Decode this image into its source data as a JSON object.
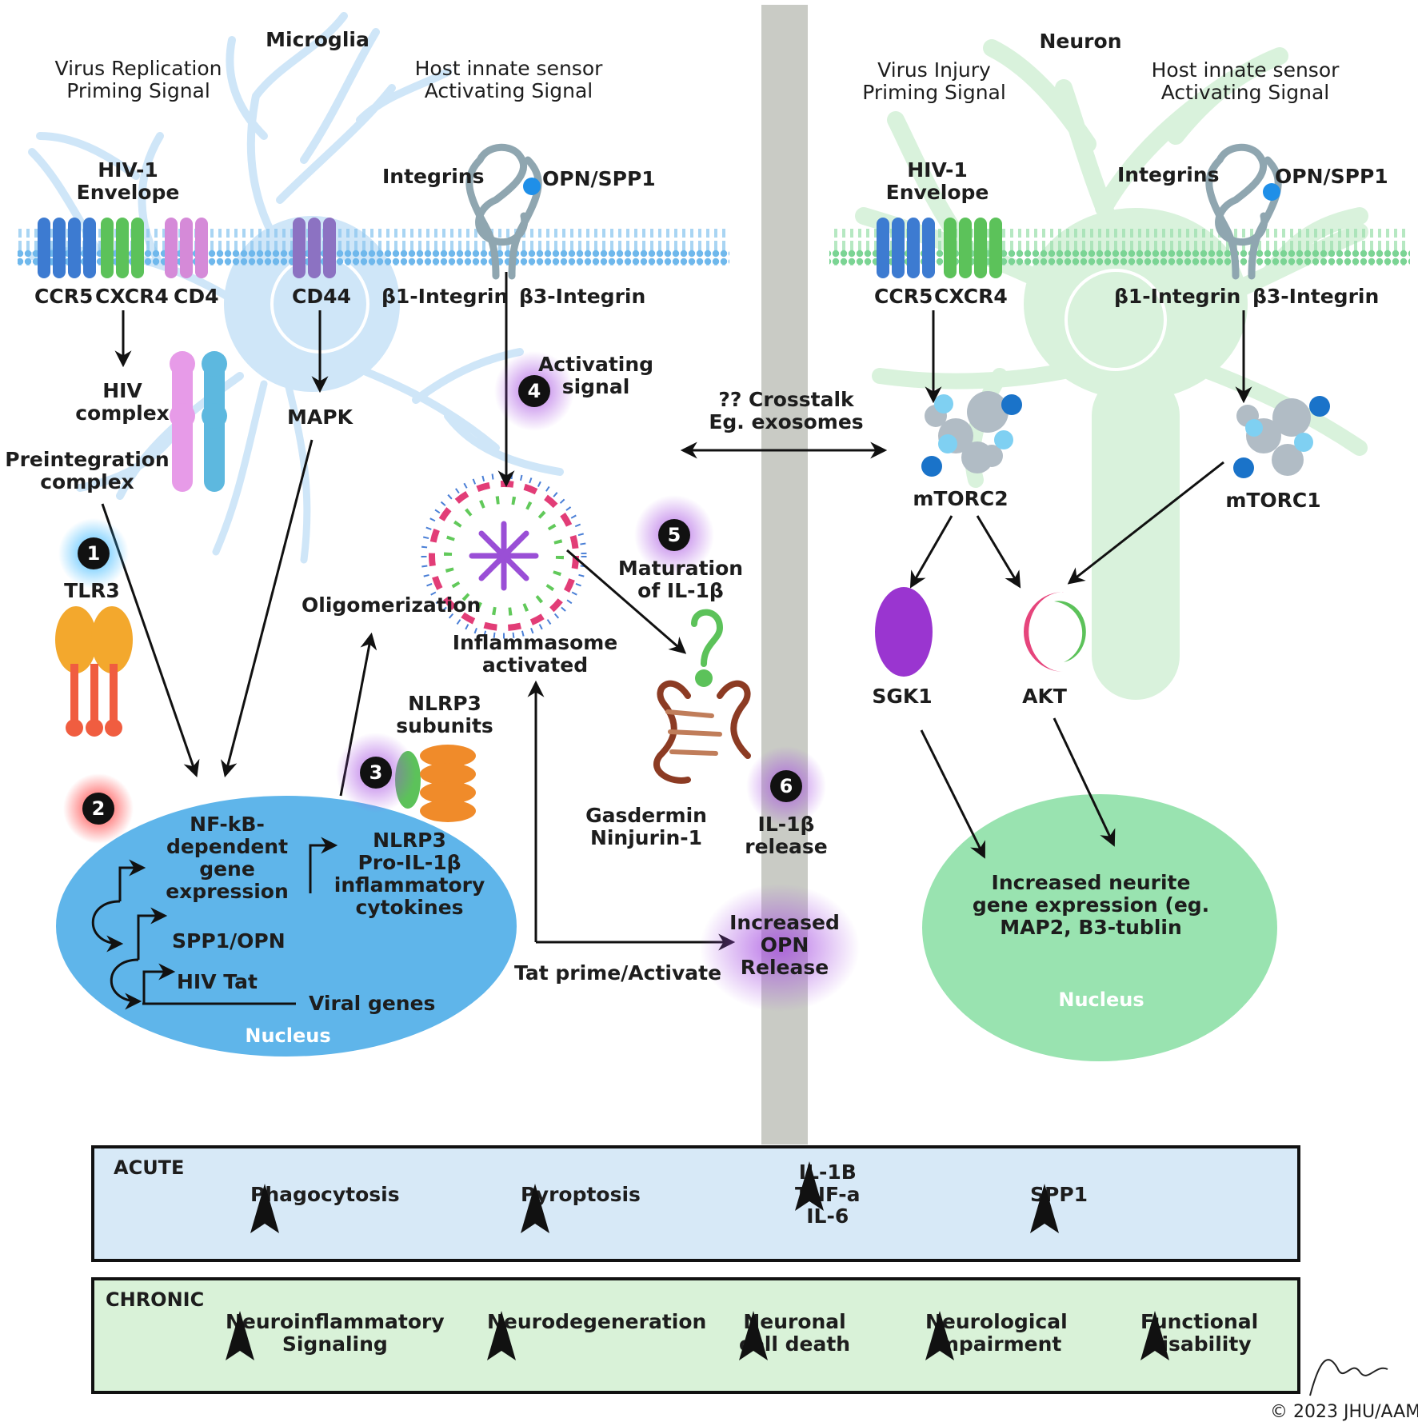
{
  "headers": {
    "microglia": "Microglia",
    "neuron": "Neuron"
  },
  "microglia": {
    "priming_signal": [
      "Virus Replication",
      "Priming Signal"
    ],
    "activating_signal": [
      "Host innate sensor",
      "Activating Signal"
    ],
    "envelope": [
      "HIV-1",
      "Envelope"
    ],
    "integrins": "Integrins",
    "opn": "OPN/SPP1",
    "receptors": {
      "ccr5": "CCR5",
      "cxcr4": "CXCR4",
      "cd4": "CD4",
      "cd44": "CD44"
    },
    "b1": "β1-Integrin",
    "b3": "β3-Integrin",
    "hiv_complex": [
      "HIV",
      "complex"
    ],
    "preintegration": [
      "Preintegration",
      "complex"
    ],
    "mapk": "MAPK",
    "tlr3": "TLR3",
    "activating_step": [
      "Activating",
      "signal"
    ],
    "oligomerization": "Oligomerization",
    "inflammasome": [
      "Inflammasome",
      "activated"
    ],
    "maturation": [
      "Maturation",
      "of IL-1β"
    ],
    "nlrp3_subunits": [
      "NLRP3",
      "subunits"
    ],
    "gasdermin": [
      "Gasdermin",
      "Ninjurin-1"
    ],
    "il1b_release": [
      "IL-1β",
      "release"
    ],
    "opn_release": [
      "Increased",
      "OPN",
      "Release"
    ],
    "tat": "Tat prime/Activate",
    "nucleus": {
      "nfkb": [
        "NF-kB-",
        "dependent",
        "gene",
        "expression"
      ],
      "spp1": "SPP1/OPN",
      "tat": "HIV Tat",
      "viral": "Viral genes",
      "nlrp3": [
        "NLRP3",
        "Pro-IL-1β",
        "inflammatory",
        "cytokines"
      ],
      "label": "Nucleus"
    }
  },
  "crosstalk": [
    "?? Crosstalk",
    "Eg. exosomes"
  ],
  "neuron": {
    "priming_signal": [
      "Virus Injury",
      "Priming Signal"
    ],
    "activating_signal": [
      "Host innate sensor",
      "Activating Signal"
    ],
    "envelope": [
      "HIV-1",
      "Envelope"
    ],
    "integrins": "Integrins",
    "opn": "OPN/SPP1",
    "receptors": {
      "ccr5": "CCR5",
      "cxcr4": "CXCR4"
    },
    "b1": "β1-Integrin",
    "b3": "β3-Integrin",
    "mtorc2": "mTORC2",
    "mtorc1": "mTORC1",
    "sgk1": "SGK1",
    "akt": "AKT",
    "nucleus_text": [
      "Increased neurite",
      "gene expression (eg.",
      "MAP2, B3-tublin"
    ],
    "nucleus_label": "Nucleus"
  },
  "steps": [
    "1",
    "2",
    "3",
    "4",
    "5",
    "6"
  ],
  "acute": {
    "title": "ACUTE",
    "items": [
      [
        "Phagocytosis"
      ],
      [
        "Pyroptosis"
      ],
      [
        "IL-1B",
        "TNF-a",
        "IL-6"
      ],
      [
        "SPP1"
      ]
    ]
  },
  "chronic": {
    "title": "CHRONIC",
    "items": [
      [
        "Neuroinflammatory",
        "Signaling"
      ],
      [
        "Neurodegeneration"
      ],
      [
        "Neuronal",
        "cell death"
      ],
      [
        "Neurological",
        "impairment"
      ],
      [
        "Functional",
        "disability"
      ]
    ]
  },
  "copyright": "© 2023 JHU/AAM",
  "colors": {
    "microglia_cell": "#cfe6f8",
    "neuron_cell": "#d9f2dc",
    "microglia_nucleus": "#5fb5ea",
    "neuron_nucleus": "#99e3b0",
    "acute_panel": "#d7e9f7",
    "chronic_panel": "#d9f2d8",
    "ccr5": "#3d7bd1",
    "cxcr4": "#5cc25a",
    "cd4": "#d58ad8",
    "cd44": "#8c72c2",
    "tlr3": "#f3a82d",
    "sgk1": "#9a35d0",
    "akt": "#e6457c",
    "divider": "#c9cbc5"
  }
}
